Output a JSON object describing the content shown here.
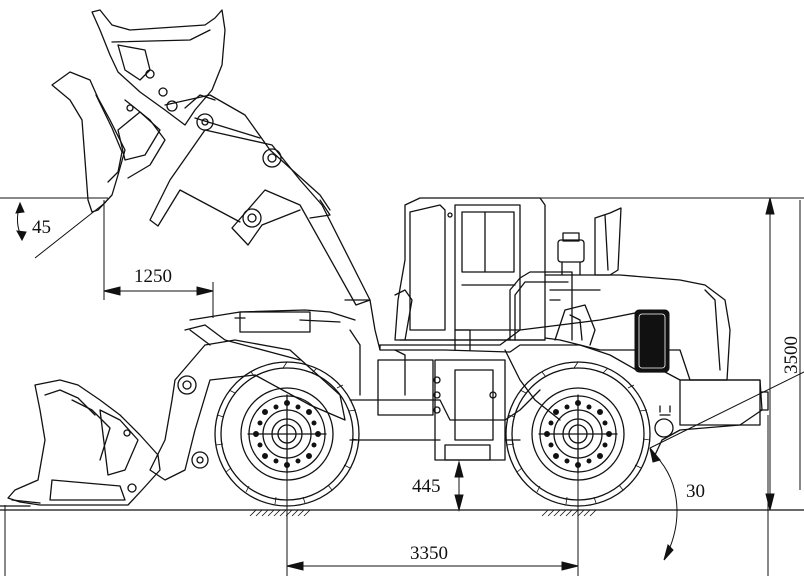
{
  "dimensions": {
    "dump_angle": "45",
    "dump_reach": "1250",
    "overall_height": "3500",
    "ground_clearance": "445",
    "departure_angle": "30",
    "wheelbase": "3350"
  }
}
